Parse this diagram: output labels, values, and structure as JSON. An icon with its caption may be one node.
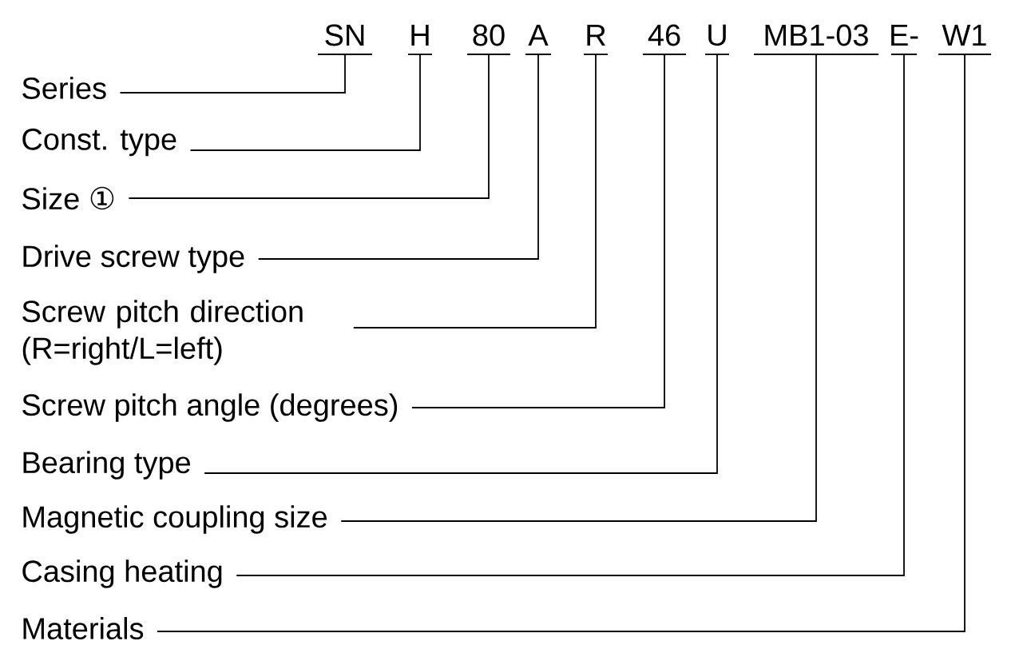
{
  "diagram": {
    "nodes": [
      {
        "text": [
          "SN"
        ]
      },
      {
        "text": [
          "H"
        ]
      },
      {
        "text": [
          "80"
        ]
      },
      {
        "text": [
          "A"
        ]
      },
      {
        "text": [
          "R"
        ]
      },
      {
        "text": [
          "46"
        ]
      },
      {
        "text": [
          "U"
        ]
      },
      {
        "text": [
          "MB1-03"
        ]
      },
      {
        "text": [
          "E-"
        ]
      },
      {
        "text": [
          "W1"
        ]
      },
      {
        "text": [
          "Series"
        ]
      },
      {
        "text": [
          "Const. type"
        ]
      },
      {
        "text": [
          "Size ①"
        ]
      },
      {
        "text": [
          "Drive screw type"
        ]
      },
      {
        "text": [
          "Screw pitch direction (R=right/L=left)"
        ]
      },
      {
        "text": [
          "Screw pitch angle (degrees)"
        ]
      },
      {
        "text": [
          "Bearing type"
        ]
      },
      {
        "text": [
          "Magnetic coupling size"
        ]
      },
      {
        "text": [
          "Casing heating"
        ]
      },
      {
        "text": [
          "Materials"
        ]
      }
    ],
    "edges": [
      {
        "from": 10,
        "to": 0,
        "arrow": "none"
      },
      {
        "from": 11,
        "to": 1,
        "arrow": "none"
      },
      {
        "from": 12,
        "to": 2,
        "arrow": "none"
      },
      {
        "from": 13,
        "to": 3,
        "arrow": "none"
      },
      {
        "from": 14,
        "to": 4,
        "arrow": "none"
      },
      {
        "from": 15,
        "to": 5,
        "arrow": "none"
      },
      {
        "from": 16,
        "to": 6,
        "arrow": "none"
      },
      {
        "from": 17,
        "to": 7,
        "arrow": "none"
      },
      {
        "from": 18,
        "to": 8,
        "arrow": "none"
      },
      {
        "from": 19,
        "to": 9,
        "arrow": "none"
      }
    ]
  }
}
